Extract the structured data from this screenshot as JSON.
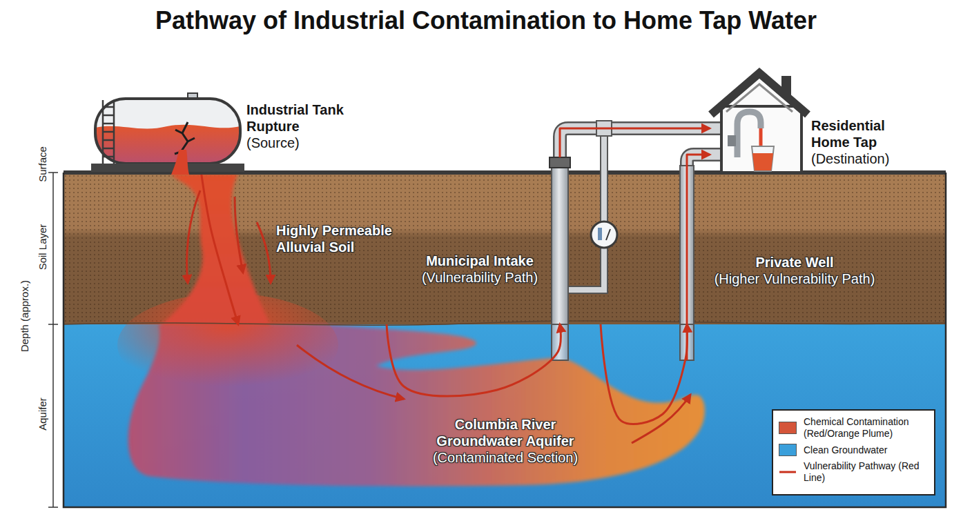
{
  "diagram": {
    "title": "Pathway of Industrial Contamination to Home Tap Water",
    "nodes": [
      {
        "text": [
          "Industrial Tank Rupture",
          "(Source)"
        ]
      },
      {
        "text": [
          "Residential Home Tap",
          "(Destination)"
        ]
      },
      {
        "text": [
          "Highly Permeable Alluvial Soil"
        ]
      },
      {
        "text": [
          "Municipal Intake",
          "(Vulnerability Path)"
        ]
      },
      {
        "text": [
          "Private Well",
          "(Higher Vulnerability Path)"
        ]
      },
      {
        "text": [
          "Columbia River Groundwater Aquifer",
          "(Contaminated Section)"
        ]
      }
    ],
    "edges": [
      {
        "from": 0,
        "to": 5,
        "arrow": "to"
      },
      {
        "from": 5,
        "to": 3,
        "arrow": "to"
      },
      {
        "from": 5,
        "to": 4,
        "arrow": "to"
      },
      {
        "from": 3,
        "to": 1,
        "arrow": "to"
      },
      {
        "from": 4,
        "to": 1,
        "arrow": "to"
      }
    ],
    "labels": [
      "Surface",
      "Soil Layer",
      "Depth (approx.)",
      "Aquifer"
    ],
    "legend": [
      {
        "text": "Chemical Contamination (Red/Orange Plume)",
        "color": "#d4553a"
      },
      {
        "text": "Clean Groundwater",
        "color": "#3a9fdb"
      },
      {
        "text": "Vulnerability Pathway (Red Line)"
      }
    ]
  }
}
